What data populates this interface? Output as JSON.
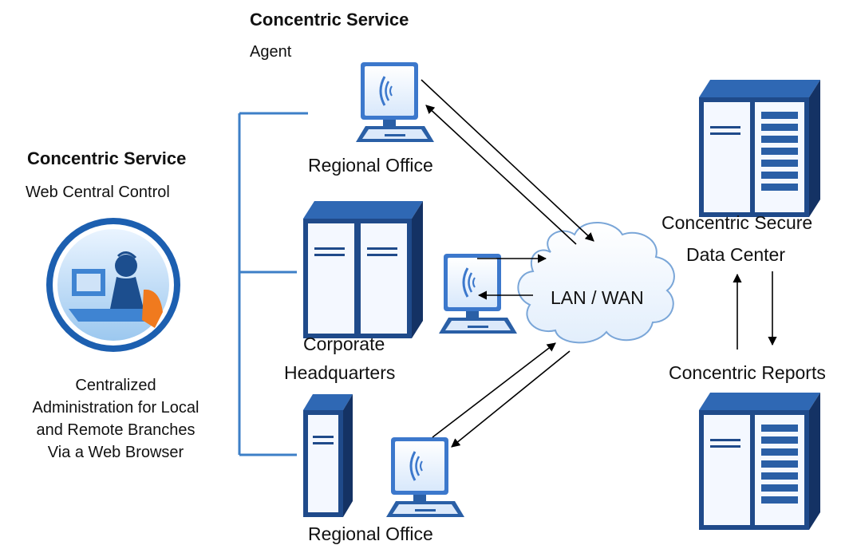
{
  "agent": {
    "title": "Concentric Service",
    "subtitle": "Agent"
  },
  "web_control": {
    "title": "Concentric Service",
    "subtitle": "Web Central Control",
    "description": [
      "Centralized",
      "Administration for Local",
      "and Remote Branches",
      "Via a Web Browser"
    ]
  },
  "sites": {
    "regional_top": "Regional Office",
    "corporate": [
      "Corporate",
      "Headquarters"
    ],
    "regional_bottom": "Regional Office"
  },
  "network": {
    "label": "LAN / WAN"
  },
  "data_center": {
    "label": [
      "Concentric Secure",
      "Data Center"
    ]
  },
  "reports": {
    "label": "Concentric Reports"
  },
  "colors": {
    "line_blue": "#3d7fc7",
    "server_dark": "#1a3a6b",
    "server_mid": "#2a5fa6",
    "monitor_blue": "#4a88d8",
    "cloud_fill": "#eef5ff",
    "cloud_stroke": "#7aa6d8",
    "arrow": "#000000"
  },
  "icons": [
    "headset-agent-icon",
    "computer-icon",
    "server-tower-icon",
    "cloud-icon"
  ]
}
